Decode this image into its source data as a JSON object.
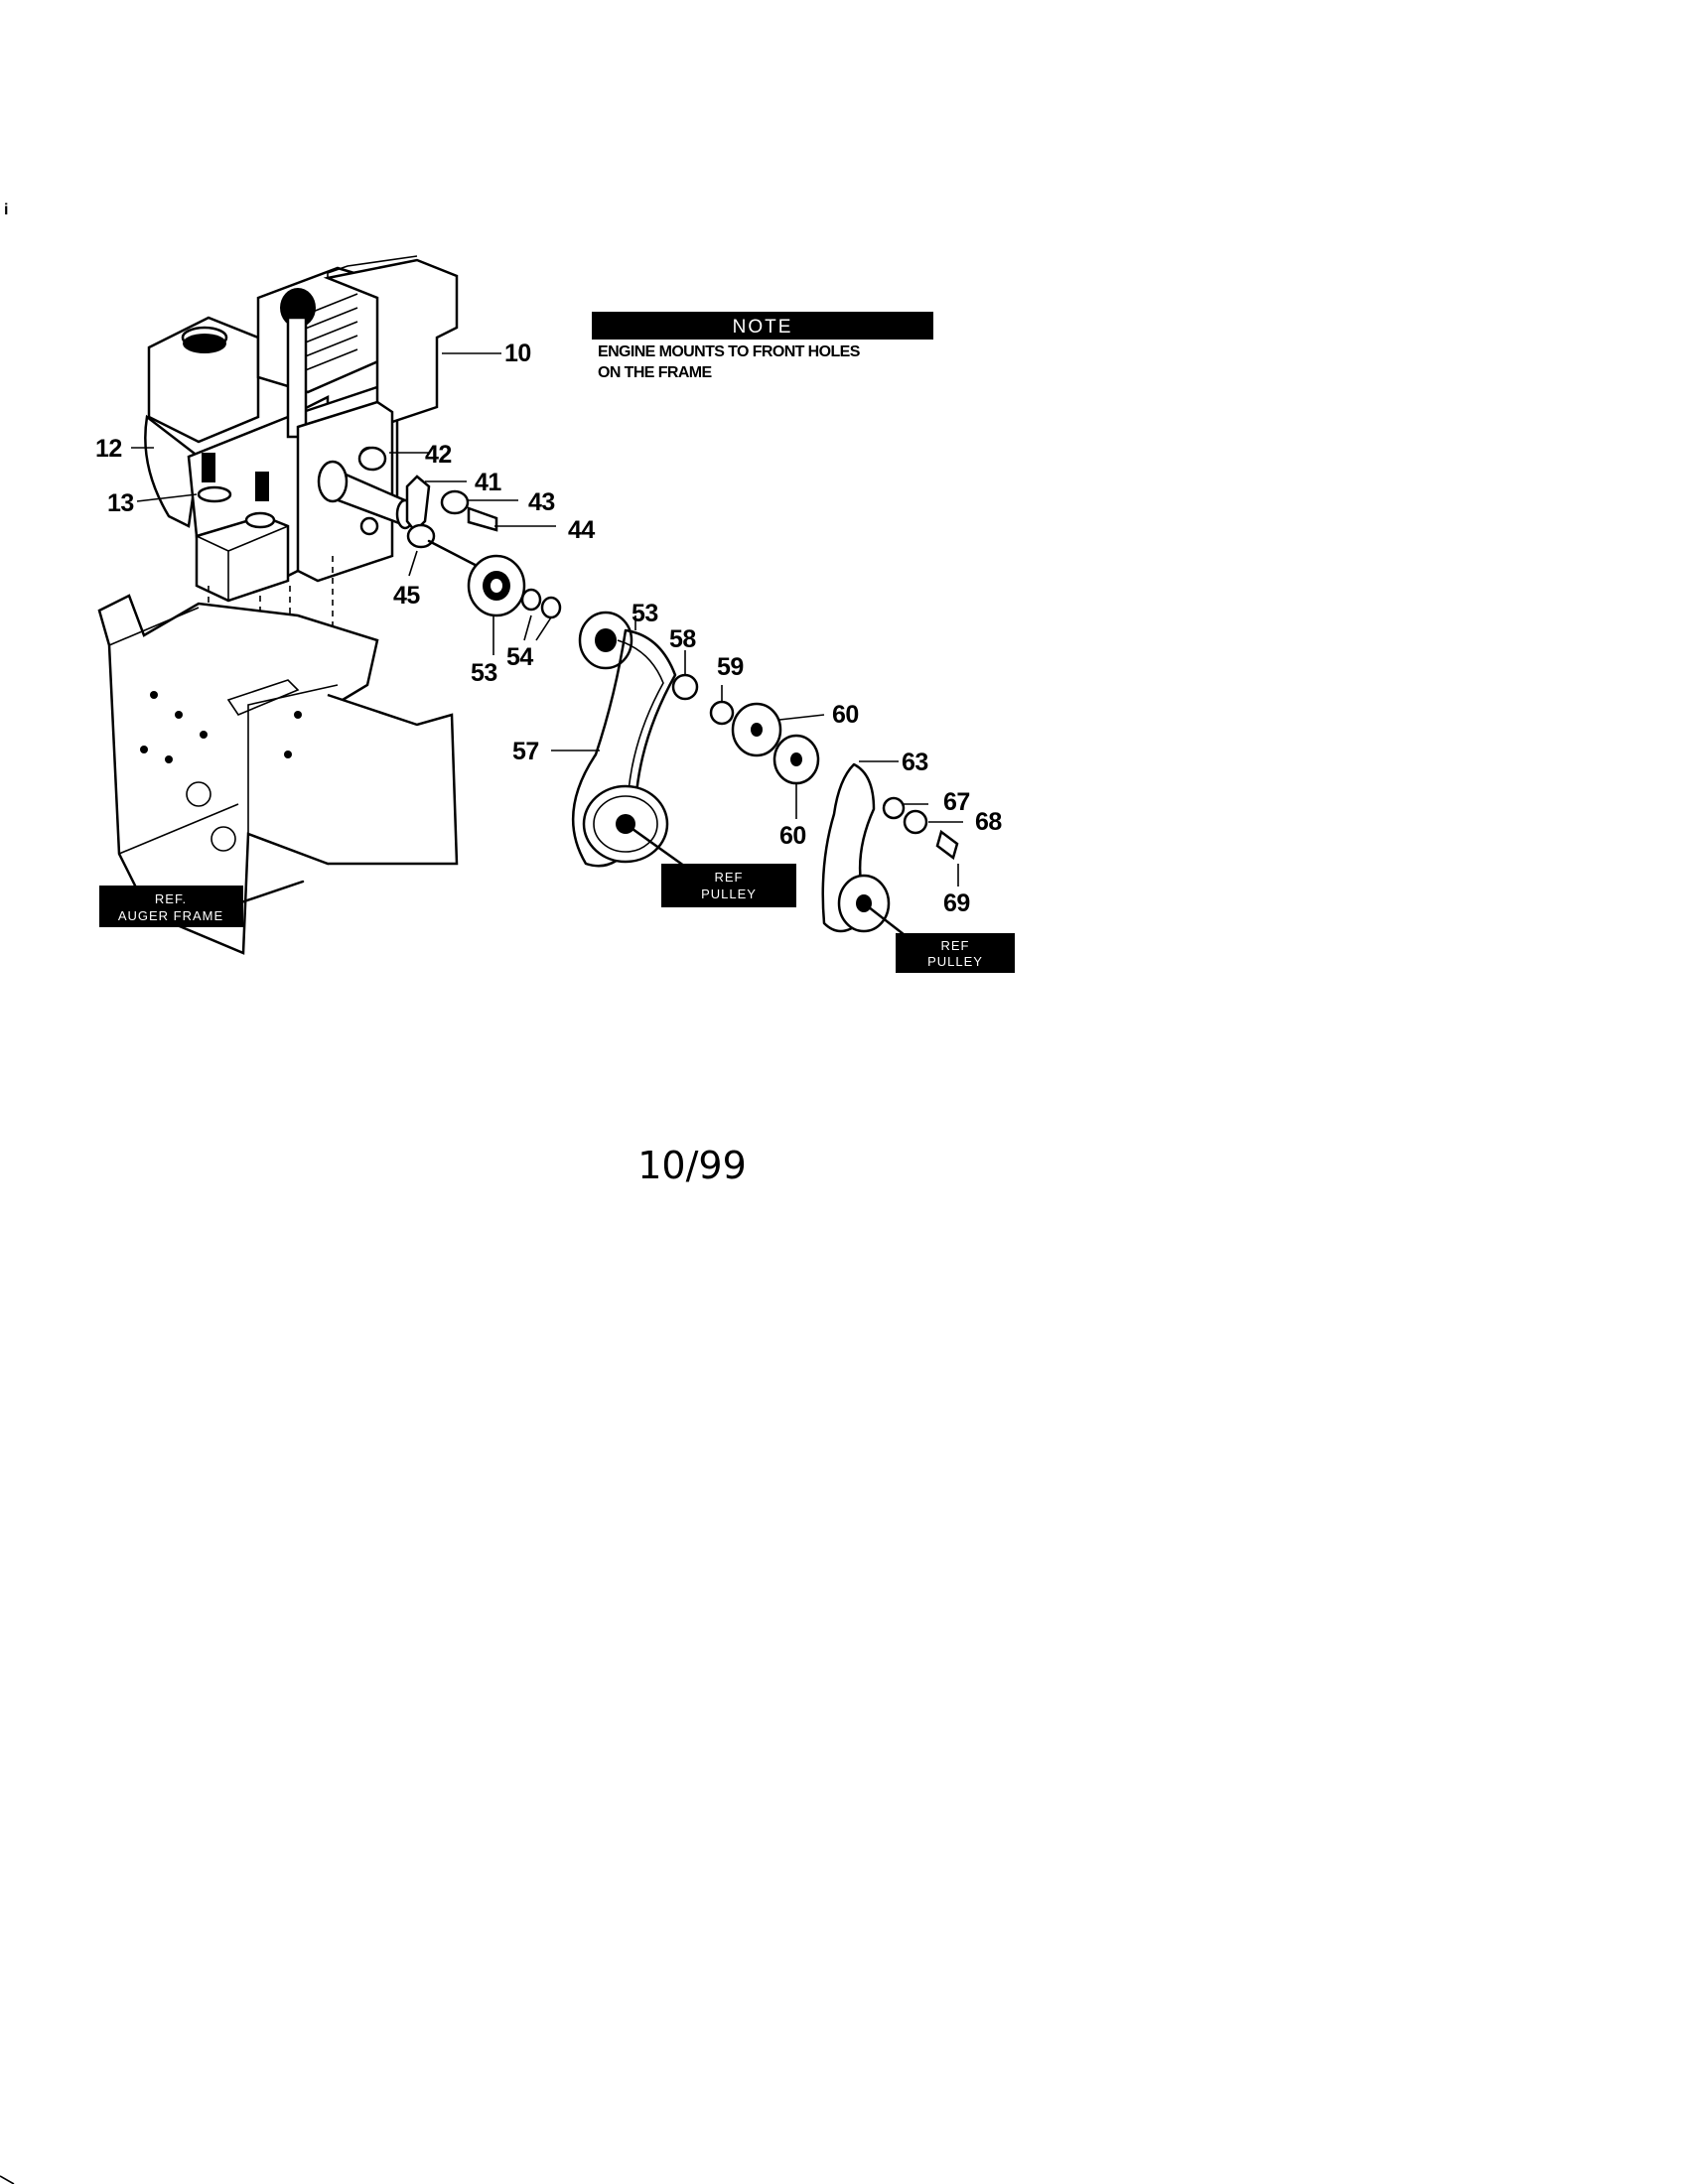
{
  "note": {
    "heading": "NOTE",
    "line1": "ENGINE MOUNTS TO FRONT HOLES",
    "line2": "ON THE FRAME"
  },
  "ref_labels": {
    "auger_frame_line1": "REF.",
    "auger_frame_line2": "AUGER FRAME",
    "pulley1_line1": "REF",
    "pulley1_line2": "PULLEY",
    "pulley2_line1": "REF",
    "pulley2_line2": "PULLEY"
  },
  "callouts": {
    "c10": "10",
    "c12": "12",
    "c13": "13",
    "c42": "42",
    "c41": "41",
    "c43": "43",
    "c44": "44",
    "c45": "45",
    "c53a": "53",
    "c53b": "53",
    "c54": "54",
    "c58": "58",
    "c59": "59",
    "c60a": "60",
    "c60b": "60",
    "c57": "57",
    "c63": "63",
    "c67": "67",
    "c68": "68",
    "c69": "69"
  },
  "footer": {
    "date": "10/99"
  }
}
